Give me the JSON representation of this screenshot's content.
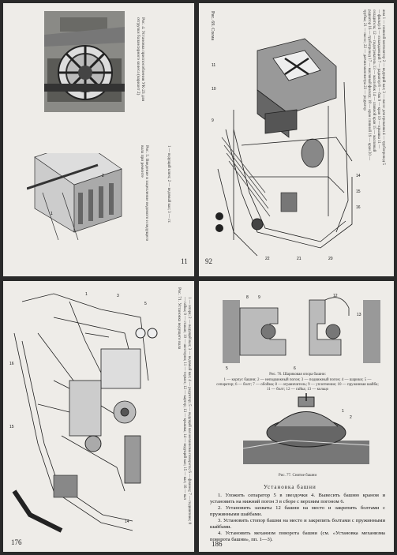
{
  "pages": {
    "top_left": {
      "page_number": "11",
      "fig4_caption": "Рис. 4. Установка приспособления УК-23 для отгрузки балансирного колеса (вариант 2)",
      "fig5_caption": "Рис. 5. Введение в зацепление ведомого и ведущего вала при ремонте",
      "fig5_legend": "1 — ведущий ключ; 2 — ведомый вал; 3 — ст."
    },
    "top_right": {
      "page_number": "92",
      "fig_caption": "Рис. 69. Схема",
      "side_text": "жна 1 — сливной вентилятор 2 — ведущий вал; 3 — насос для прокачки 4 — трубопровод 5 — фильтр 6 — охлаждающий 7 — радиатор 8 — бак 9 — кран 10 — крышка 11 — охладитель; 12 — подогреватель 13 — маслобак 14 — сливной кран 15 — масляный радиатор 16 — трубопровод 17 — масляный фильтр; 18 — кран сливной 19 — кран 20 — трубка; 21 — насос; 22 — датчик манометра 23 — редуктор"
    },
    "bottom_left": {
      "page_number": "176",
      "fig_caption": "Рис. 71. Установка ведущего вала",
      "fig_legend": "1 — опора; 2 — ведущий вал; 3 — ведомый вал; 4 — редуктор; 5 — ведущий вал механизма поворота; 6 — фланец; 7 — подшипник; 8 — гайка; 9 — стакан; 10 — шестерня; 11 — тормоз; 12 — картер; 13 — крышка; 14 — ведущий вал; 15 — вал; 16 — вал"
    },
    "bottom_right": {
      "page_number": "186",
      "fig76_caption": "Рис. 76. Шариковая опора башни:",
      "fig76_legend": "1 — корпус башни; 2 — неподвижный погон; 3 — подвижный погон; 4 — шарики; 5 — сепаратор; 6 — болт; 7 — обойма; 8 — ограничитель; 9 — уплотнение; 10 — пружинная шайба; 11 — болт; 12 — гайка; 13 — кольцо",
      "fig77_caption": "Рис. 77. Снятие башни",
      "section_title": "Установка башни",
      "paragraphs": [
        "1. Уложить сепаратор 5 в звездочки 4. Вывесить башню краном и установить на нижний погон 3 в сборе с верхним погоном 6.",
        "2. Установить захваты 12 башни на место и закрепить болтами с пружинными шайбами.",
        "3. Установить стопор башни на место и закрепить болтами с пружинными шайбами.",
        "4. Установить механизм поворота башни (см. «Установка механизма поворота башни», пп. 1—3)."
      ]
    }
  }
}
